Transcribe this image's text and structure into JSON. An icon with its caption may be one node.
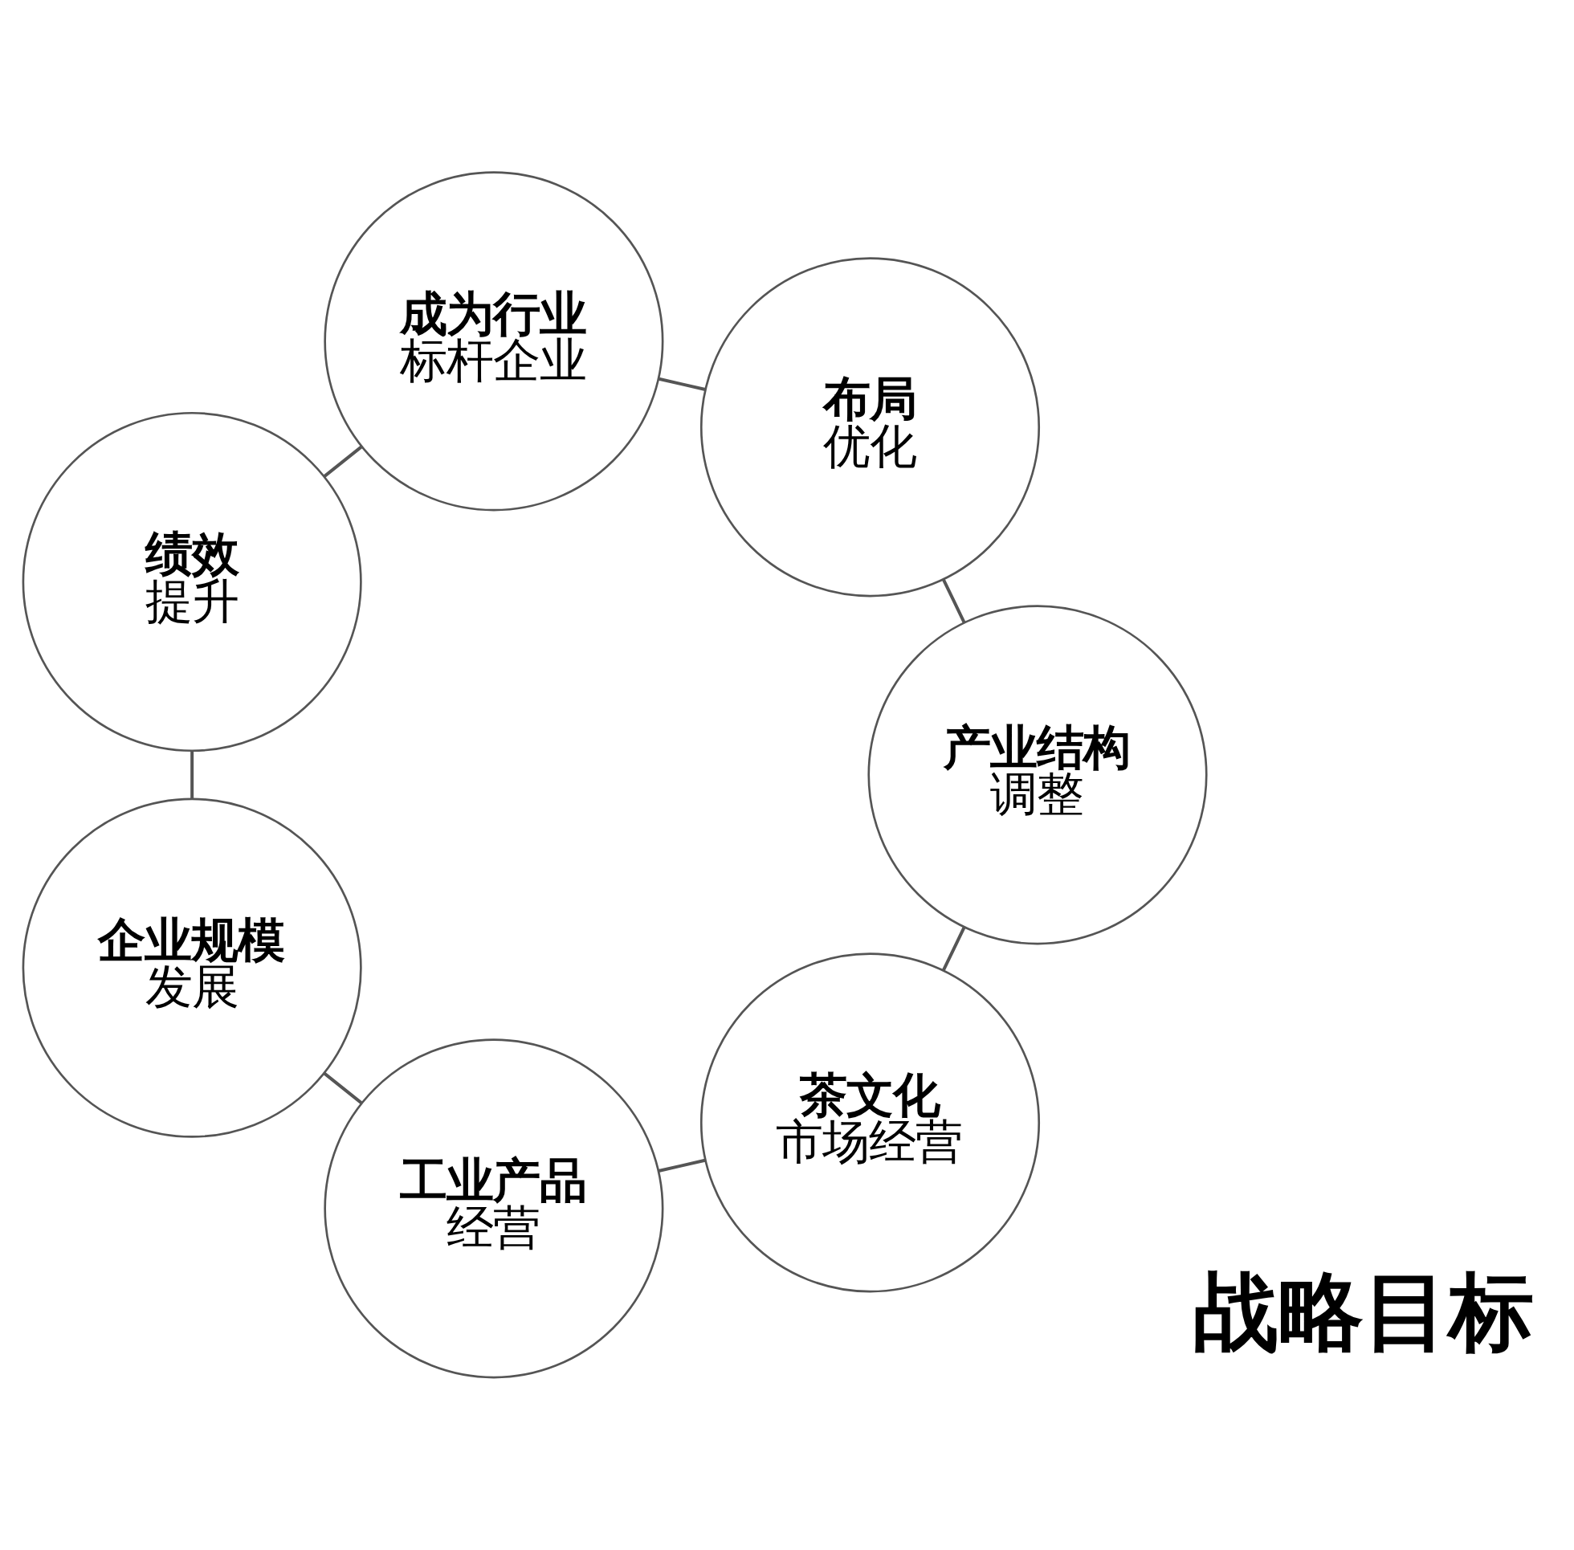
{
  "diagram": {
    "nodes": [
      {
        "text": [
          "茶文化",
          "市场经营"
        ]
      },
      {
        "text": [
          "工业产品",
          "经营"
        ]
      },
      {
        "text": [
          "企业规模",
          "发展"
        ]
      },
      {
        "text": [
          "绩效",
          "提升"
        ]
      },
      {
        "text": [
          "成为行业",
          "标杆企业"
        ]
      },
      {
        "text": [
          "布局",
          "优化"
        ]
      },
      {
        "text": [
          "产业结构",
          "调整"
        ]
      }
    ],
    "edges": [
      {
        "from": 0,
        "to": 1,
        "arrow": "none"
      },
      {
        "from": 1,
        "to": 2,
        "arrow": "none"
      },
      {
        "from": 2,
        "to": 3,
        "arrow": "none"
      },
      {
        "from": 3,
        "to": 4,
        "arrow": "none"
      },
      {
        "from": 4,
        "to": 5,
        "arrow": "none"
      },
      {
        "from": 5,
        "to": 6,
        "arrow": "none"
      },
      {
        "from": 6,
        "to": 0,
        "arrow": "none"
      }
    ],
    "labels": [
      "战略目标"
    ]
  }
}
